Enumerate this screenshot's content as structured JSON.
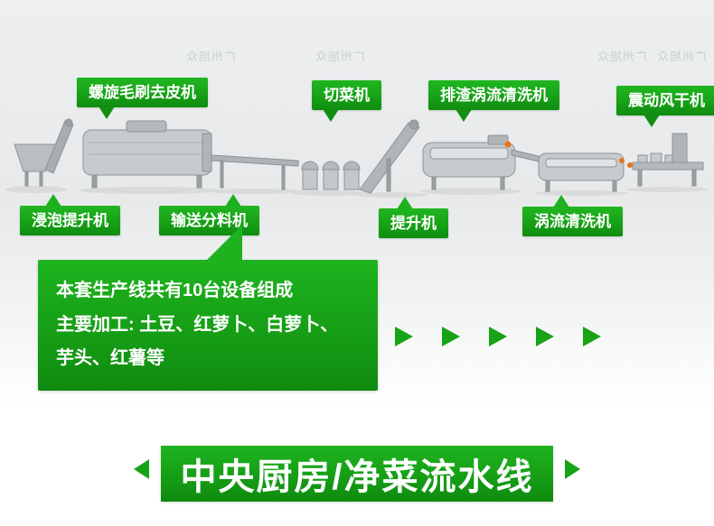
{
  "watermark": {
    "text": "广州旭众"
  },
  "callouts": {
    "peeler": {
      "text": "螺旋毛刷去皮机"
    },
    "cutter": {
      "text": "切菜机"
    },
    "slag_washer": {
      "text": "排渣涡流清洗机"
    },
    "dryer": {
      "text": "震动风干机"
    },
    "soak_elevator": {
      "text": "浸泡提升机"
    },
    "distributor": {
      "text": "输送分料机"
    },
    "elevator": {
      "text": "提升机"
    },
    "vortex_washer": {
      "text": "涡流清洗机"
    }
  },
  "infobox": {
    "line1": "本套生产线共有10台设备组成",
    "line2": "主要加工: 土豆、红萝卜、白萝卜、",
    "line3": "芋头、红薯等"
  },
  "banner": {
    "title": "中央厨房/净菜流水线"
  },
  "colors": {
    "green": "#17a317",
    "green_light": "#1fb41f",
    "green_dark": "#0f8a0f",
    "machine_gray": "#c6cbcd",
    "accent_orange": "#e5761e"
  }
}
